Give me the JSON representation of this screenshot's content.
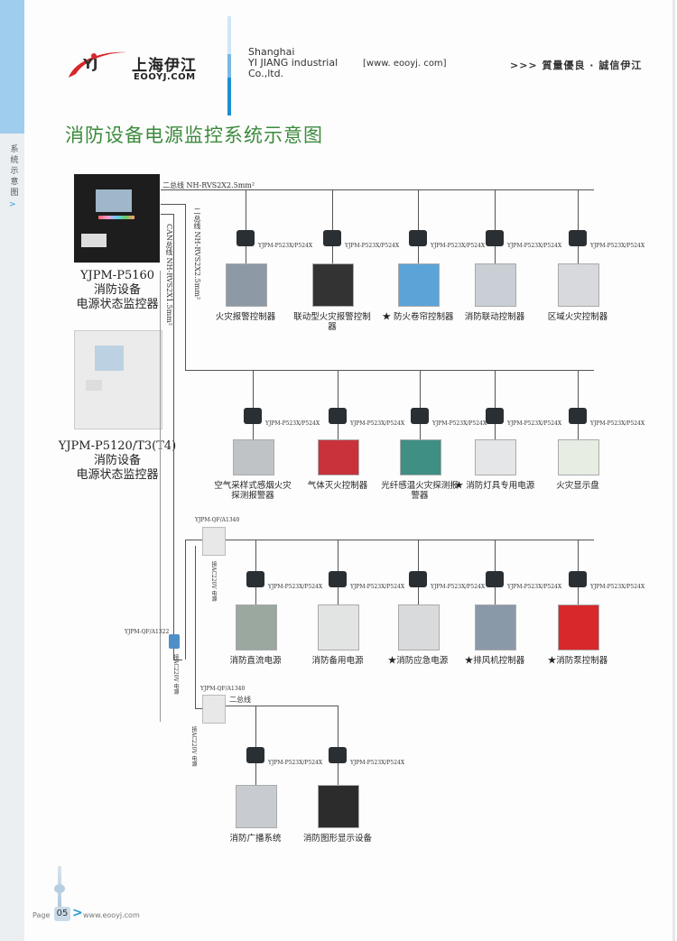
{
  "header": {
    "logo_mark": "YJ",
    "logo_cn": "上海伊江",
    "logo_en": "EOOYJ.COM",
    "company_lines": [
      "Shanghai",
      "YI JIANG industrial",
      "Co.,ltd."
    ],
    "website": "[www. eooyj. com]",
    "slogan": ">>> 質量優良 · 誠信伊江"
  },
  "sidebar": {
    "label": "系统示意图",
    "arrow": ">"
  },
  "page_title": "消防设备电源监控系统示意图",
  "monitors": [
    {
      "model": "YJPM-P5160",
      "line1": "消防设备",
      "line2": "电源状态监控器"
    },
    {
      "model": "YJPM-P5120/T3(T4)",
      "line1": "消防设备",
      "line2": "电源状态监控器"
    }
  ],
  "bus_labels": {
    "top_bus": "二总线 NH-RVS2X2.5mm²",
    "vertical_bus": "二总线 NH-RVS2X2.5mm²",
    "can_bus": "CAN总线 NH-RVS2X1.5mm²",
    "bus2": "二总线",
    "power_220v": "接AC220V 电源"
  },
  "relays": {
    "a1340_1": "YJPM-QF/A1340",
    "a1322": "YJPM-QF/A1322",
    "a1340_2": "YJPM-QF/A1340"
  },
  "module_model": "YJPM-P523X/P524X",
  "rows": [
    {
      "devices": [
        "火灾报警控制器",
        "联动型火灾报警控制器",
        "★ 防火卷帘控制器",
        "消防联动控制器",
        "区域火灾控制器"
      ]
    },
    {
      "devices": [
        "空气采样式感烟火灾探测报警器",
        "气体灭火控制器",
        "光纤感温火灾探测报警器",
        "★ 消防灯具专用电源",
        "火灾显示盘"
      ]
    },
    {
      "devices": [
        "消防直流电源",
        "消防备用电源",
        "★消防应急电源",
        "★排风机控制器",
        "★消防泵控制器"
      ]
    },
    {
      "devices": [
        "消防广播系统",
        "消防图形显示设备"
      ]
    }
  ],
  "footer": {
    "page_label": "Page",
    "page_number": "05",
    "arrow": ">",
    "url": "www.eooyj.com"
  }
}
